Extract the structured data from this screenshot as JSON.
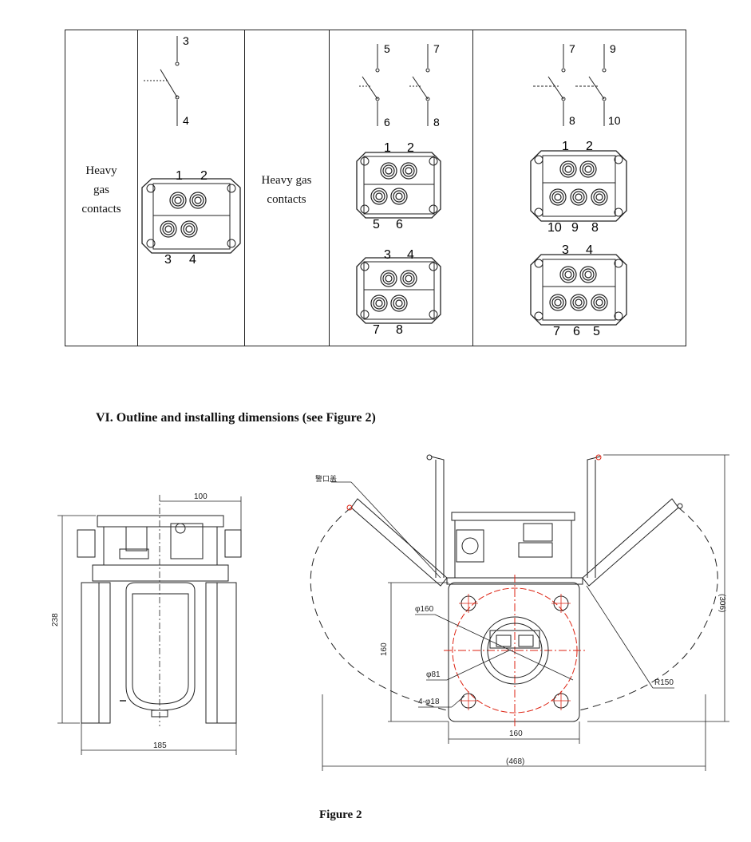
{
  "table": {
    "col1_label": "Heavy gas contacts",
    "col1_label_lines": [
      "Heavy",
      "gas",
      "contacts"
    ],
    "col3_label_lines": [
      "Heavy gas",
      "contacts"
    ],
    "sw1": {
      "top": "3",
      "bottom": "4"
    },
    "term1": {
      "top": [
        "1",
        "2"
      ],
      "bottom": [
        "3",
        "4"
      ]
    },
    "sw2a": {
      "top": "5",
      "bottom": "6"
    },
    "sw2b": {
      "top": "7",
      "bottom": "8"
    },
    "term2a": {
      "top": [
        "1",
        "2"
      ],
      "bottom": [
        "5",
        "6"
      ]
    },
    "term2b": {
      "top": [
        "3",
        "4"
      ],
      "bottom": [
        "7",
        "8"
      ]
    },
    "sw3a": {
      "top": "7",
      "bottom": "8"
    },
    "sw3b": {
      "top": "9",
      "bottom": "10"
    },
    "term3a": {
      "top": [
        "1",
        "2"
      ],
      "bottom": [
        "10",
        "9",
        "8"
      ]
    },
    "term3b": {
      "top": [
        "3",
        "4"
      ],
      "bottom": [
        "7",
        "6",
        "5"
      ]
    }
  },
  "section_heading": "VI. Outline and installing dimensions (see Figure 2)",
  "figure_caption": "Figure 2",
  "side_view": {
    "dim_top": "100",
    "dim_height": "238",
    "dim_width": "185"
  },
  "front_view": {
    "note_label": "警口盖",
    "dim_phi160": "φ160",
    "dim_phi81": "φ81",
    "dim_holes": "4-φ18",
    "dim_left_160": "160",
    "dim_bottom_160": "160",
    "dim_r150": "R150",
    "dim_306": "(306)",
    "dim_468": "(468)"
  }
}
